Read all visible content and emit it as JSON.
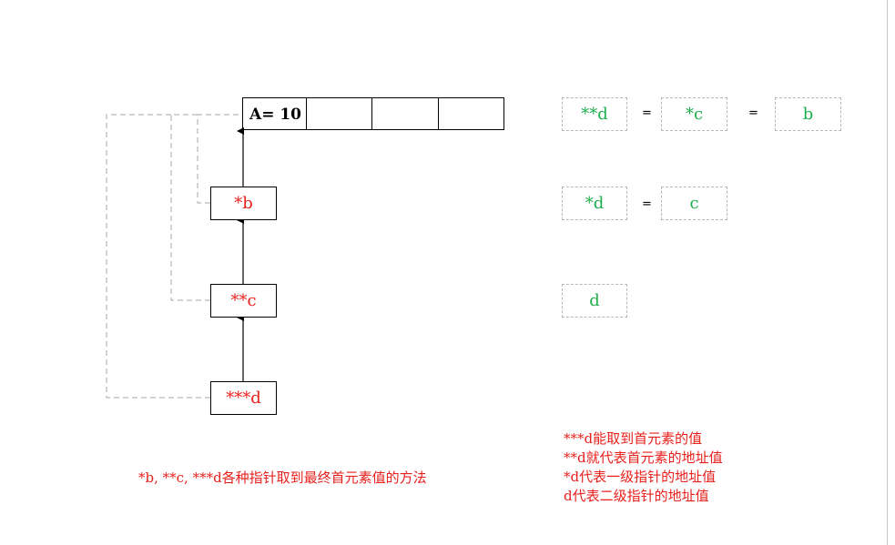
{
  "array": {
    "first_cell_label": "A= 10"
  },
  "pointers": {
    "b": "*b",
    "c": "**c",
    "d": "***d"
  },
  "equivalence": {
    "row1": {
      "left": "**d",
      "eq1": "=",
      "mid": "*c",
      "eq2": "=",
      "right": "b"
    },
    "row2": {
      "left": "*d",
      "eq": "=",
      "right": "c"
    },
    "row3": {
      "left": "d"
    }
  },
  "caption": "*b, **c,  ***d各种指针取到最终首元素值的方法",
  "notes": [
    "***d能取到首元素的值",
    "**d就代表首元素的地址值",
    "*d代表一级指针的地址值",
    "d代表二级指针的地址值"
  ],
  "colors": {
    "pointer_text": "#e8201c",
    "equivalence_text": "#1fae4c",
    "dashed_border": "#b8b8b8"
  }
}
